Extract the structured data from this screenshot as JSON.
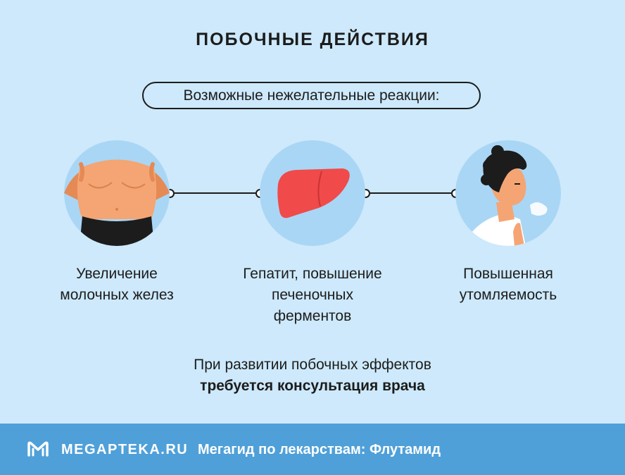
{
  "title": "ПОБОЧНЫЕ ДЕЙСТВИЯ",
  "subtitle": "Возможные нежелательные реакции:",
  "effects": [
    {
      "icon": "torso-icon",
      "line1": "Увеличение",
      "line2": "молочных желез",
      "line3": ""
    },
    {
      "icon": "liver-icon",
      "line1": "Гепатит, повышение",
      "line2": "печеночных",
      "line3": "ферментов"
    },
    {
      "icon": "tired-man-icon",
      "line1": "Повышенная",
      "line2": "утомляемость",
      "line3": ""
    }
  ],
  "note": {
    "line1": "При развитии побочных эффектов",
    "line2": "требуется консультация врача"
  },
  "footer": {
    "brand": "MEGAPTEKA.RU",
    "text": "Мегагид по лекарствам: Флутамид"
  },
  "colors": {
    "background": "#cde9fb",
    "circle": "#a9d6f5",
    "footer": "#4fa0d9",
    "skin": "#f4a573",
    "liver": "#f04a4a"
  }
}
